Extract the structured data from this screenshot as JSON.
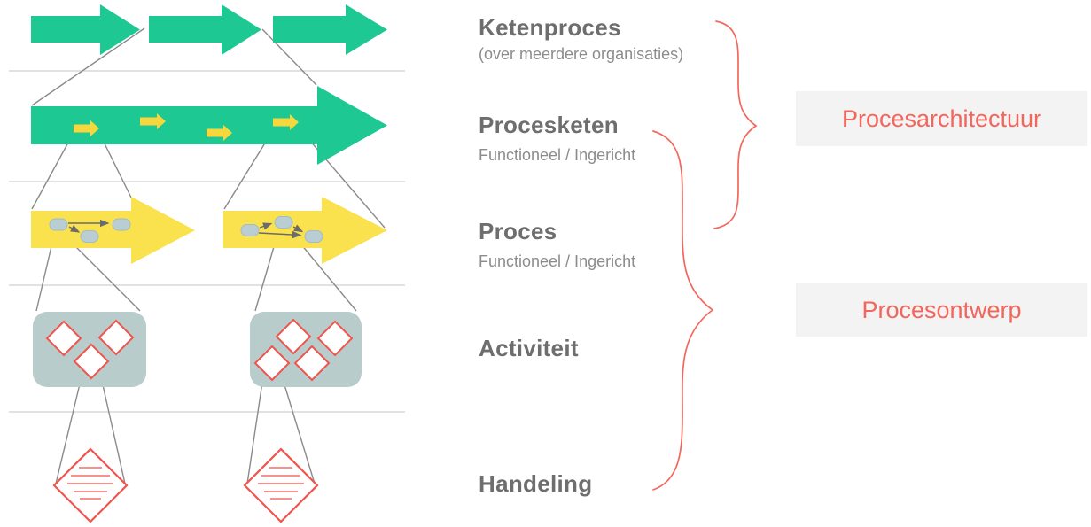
{
  "levels": [
    {
      "title": "Ketenproces",
      "subtitle": "(over meerdere organisaties)"
    },
    {
      "title": "Procesketen",
      "subtitle": "Functioneel / Ingericht"
    },
    {
      "title": "Proces",
      "subtitle": "Functioneel / Ingericht"
    },
    {
      "title": "Activiteit",
      "subtitle": ""
    },
    {
      "title": "Handeling",
      "subtitle": ""
    }
  ],
  "groups": [
    {
      "label": "Procesarchitectuur"
    },
    {
      "label": "Procesontwerp"
    }
  ],
  "colors": {
    "green": "#1ec893",
    "yellow": "#fae14e",
    "yellow-small": "#f6d83e",
    "node-fill": "#b9cdd3",
    "node-border": "#a3bcc5",
    "block-fill": "#b7cccb",
    "shape-red": "#f0544c",
    "shape-red-light": "#f6918b",
    "brace-red": "#f4675d",
    "tag-text": "#f4655c",
    "tag-bg": "#f3f3f3",
    "title-text": "#6e6e6e",
    "subtitle-text": "#8c8c8c",
    "connector": "#8a8a8a",
    "flow-arrow": "#6b6b6b",
    "separator": "#c6c6c6"
  }
}
